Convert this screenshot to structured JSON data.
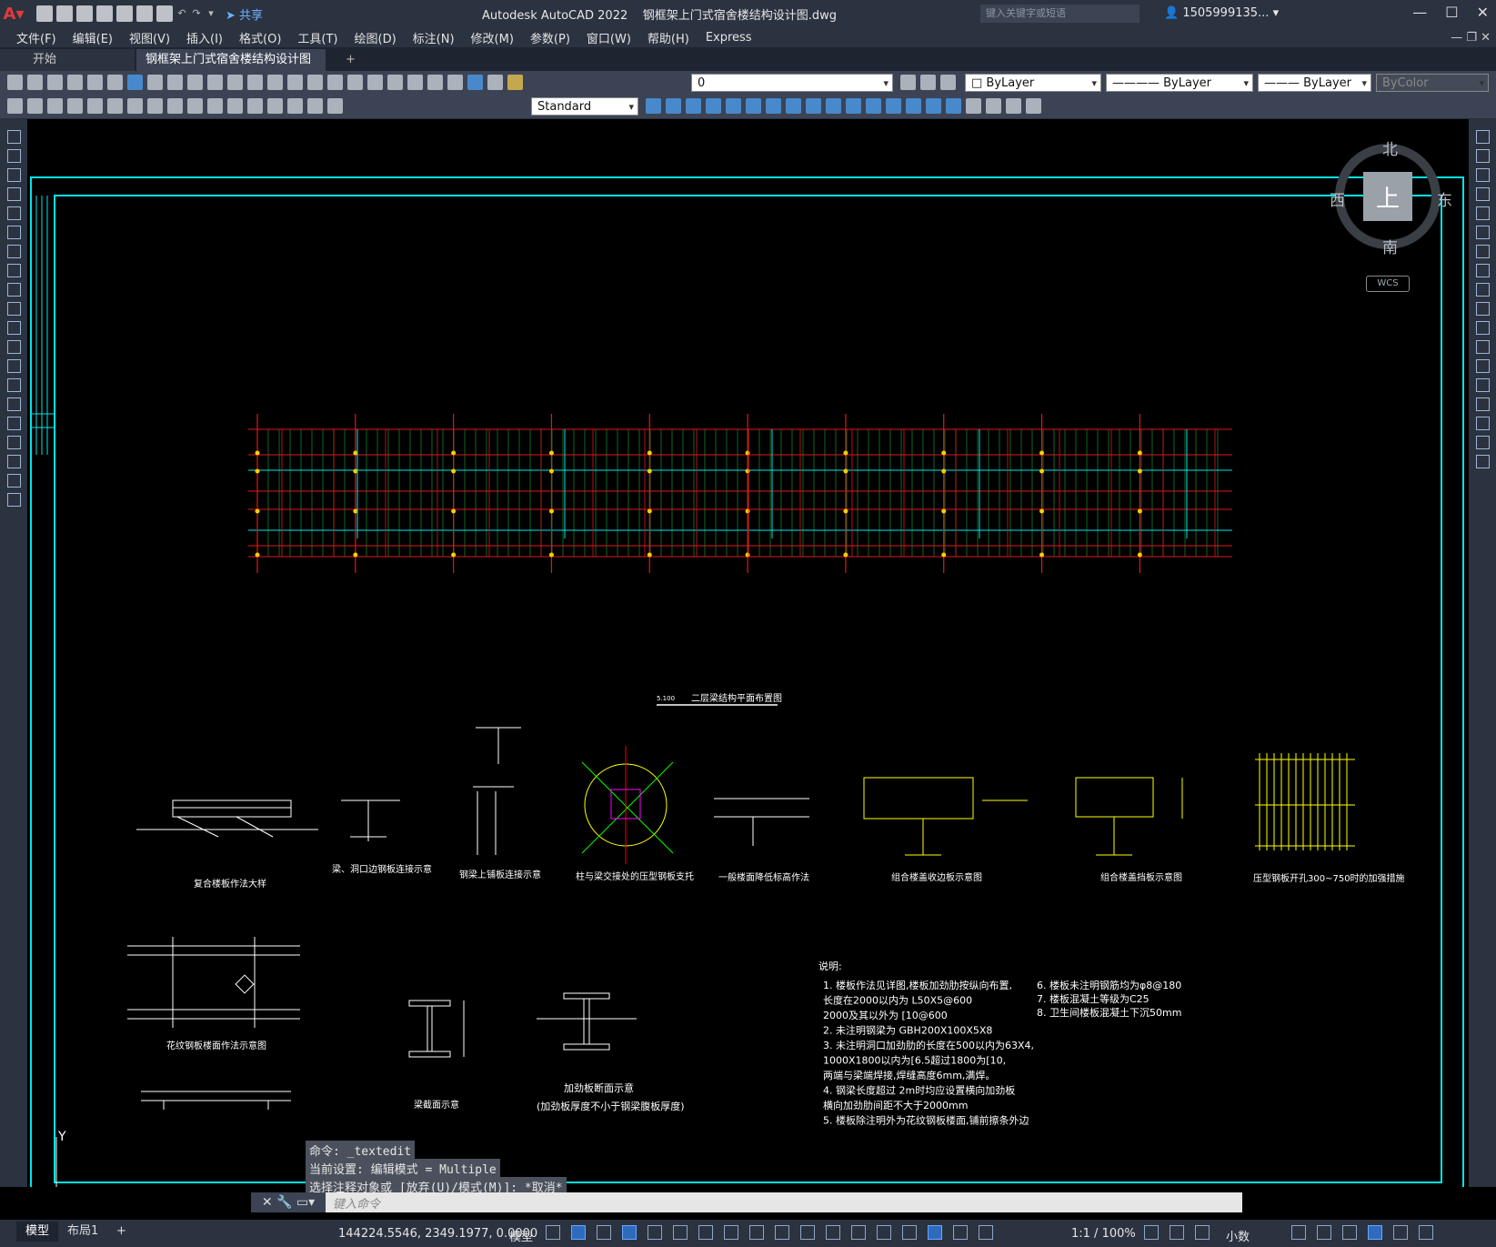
{
  "window": {
    "app_title": "Autodesk AutoCAD 2022",
    "file_title": "钢框架上门式宿舍楼结构设计图.dwg",
    "search_placeholder": "键入关键字或短语",
    "user": "1505999135...",
    "share_label": "共享"
  },
  "menu": [
    "文件(F)",
    "编辑(E)",
    "视图(V)",
    "插入(I)",
    "格式(O)",
    "工具(T)",
    "绘图(D)",
    "标注(N)",
    "修改(M)",
    "参数(P)",
    "窗口(W)",
    "帮助(H)",
    "Express"
  ],
  "tabs": {
    "start": "开始",
    "active": "钢框架上门式宿舍楼结构设计图*"
  },
  "toolbar": {
    "layer": "0",
    "color": "ByLayer",
    "linetype": "ByLayer",
    "lineweight": "ByLayer",
    "plotstyle": "ByColor",
    "textstyle": "Standard"
  },
  "viewcube": {
    "north": "北",
    "south": "南",
    "east": "东",
    "west": "西",
    "face": "上",
    "wcs": "WCS"
  },
  "drawing": {
    "plan_title": "二层梁结构平面布置图",
    "plan_elev": "5.100",
    "details": [
      "复合楼板作法大样",
      "梁、洞口边钢板连接示意",
      "钢梁上铺板连接示意",
      "柱与梁交接处的压型钢板支托",
      "一般楼面降低标高作法",
      "组合楼盖收边板示意图",
      "组合楼盖挡板示意图",
      "压型钢板开孔300~750时的加强措施",
      "花纹钢板楼面作法示意图",
      "梁截面示意",
      "加劲板断面示意",
      "(加劲板厚度不小于钢梁腹板厚度)"
    ],
    "notes_title": "说明:",
    "notes_left": [
      "1. 楼板作法见详图,楼板加劲肋按纵向布置,",
      "长度在2000以内为  L50X5@600",
      "2000及其以外为  [10@600",
      "2. 未注明钢梁为  GBH200X100X5X8",
      "3. 未注明洞口加劲肋的长度在500以内为63X4,",
      "1000X1800以内为[6.5超过1800为[10,",
      "两端与梁端焊接,焊缝高度6mm,满焊。",
      "4. 钢梁长度超过  2m时均应设置横向加劲板",
      "横向加劲肋间距不大于2000mm",
      "5. 楼板除注明外为花纹钢板楼面,铺前擦条外边"
    ],
    "notes_right": [
      "6. 楼板未注明钢筋均为φ8@180",
      "7. 楼板混凝土等级为C25",
      "8. 卫生间楼板混凝土下沉50mm"
    ]
  },
  "command": {
    "history": [
      "命令: _textedit",
      "当前设置: 编辑模式 = Multiple",
      "选择注释对象或 [放弃(U)/模式(M)]: *取消*"
    ],
    "placeholder": "键入命令"
  },
  "status": {
    "model_tab": "模型",
    "layout_tab": "布局1",
    "coords": "144224.5546, 2349.1977, 0.0000",
    "space": "模型",
    "scale": "1:1 / 100%",
    "units": "小数"
  }
}
